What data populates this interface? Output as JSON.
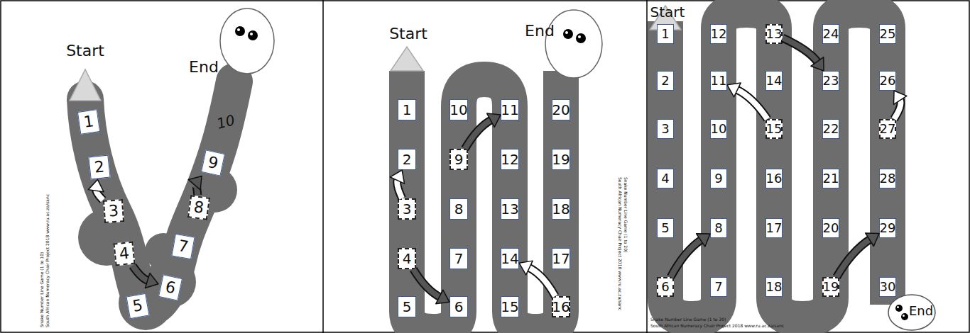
{
  "diagram": {
    "nodes": [
      {
        "text": [
          "1"
        ]
      },
      {
        "text": [
          "2"
        ]
      },
      {
        "text": [
          "3"
        ]
      },
      {
        "text": [
          "4"
        ]
      },
      {
        "text": [
          "5"
        ]
      },
      {
        "text": [
          "6"
        ]
      },
      {
        "text": [
          "7"
        ]
      },
      {
        "text": [
          "8"
        ]
      },
      {
        "text": [
          "9"
        ]
      },
      {
        "text": [
          "1"
        ]
      },
      {
        "text": [
          "2"
        ]
      },
      {
        "text": [
          "3"
        ]
      },
      {
        "text": [
          "4"
        ]
      },
      {
        "text": [
          "5"
        ]
      },
      {
        "text": [
          "6"
        ]
      },
      {
        "text": [
          "7"
        ]
      },
      {
        "text": [
          "8"
        ]
      },
      {
        "text": [
          "9"
        ]
      },
      {
        "text": [
          "10"
        ]
      },
      {
        "text": [
          "11"
        ]
      },
      {
        "text": [
          "12"
        ]
      },
      {
        "text": [
          "13"
        ]
      },
      {
        "text": [
          "14"
        ]
      },
      {
        "text": [
          "15"
        ]
      },
      {
        "text": [
          "16"
        ]
      },
      {
        "text": [
          "17"
        ]
      },
      {
        "text": [
          "18"
        ]
      },
      {
        "text": [
          "19"
        ]
      },
      {
        "text": [
          "20"
        ]
      },
      {
        "text": [
          "1"
        ]
      },
      {
        "text": [
          "2"
        ]
      },
      {
        "text": [
          "3"
        ]
      },
      {
        "text": [
          "4"
        ]
      },
      {
        "text": [
          "5"
        ]
      },
      {
        "text": [
          "6"
        ]
      },
      {
        "text": [
          "7"
        ]
      },
      {
        "text": [
          "8"
        ]
      },
      {
        "text": [
          "9"
        ]
      },
      {
        "text": [
          "10"
        ]
      },
      {
        "text": [
          "11"
        ]
      },
      {
        "text": [
          "12"
        ]
      },
      {
        "text": [
          "13"
        ]
      },
      {
        "text": [
          "14"
        ]
      },
      {
        "text": [
          "15"
        ]
      },
      {
        "text": [
          "16"
        ]
      },
      {
        "text": [
          "17"
        ]
      },
      {
        "text": [
          "18"
        ]
      },
      {
        "text": [
          "19"
        ]
      },
      {
        "text": [
          "20"
        ]
      },
      {
        "text": [
          "21"
        ]
      },
      {
        "text": [
          "22"
        ]
      },
      {
        "text": [
          "23"
        ]
      },
      {
        "text": [
          "24"
        ]
      },
      {
        "text": [
          "25"
        ]
      },
      {
        "text": [
          "26"
        ]
      },
      {
        "text": [
          "27"
        ]
      },
      {
        "text": [
          "28"
        ]
      },
      {
        "text": [
          "29"
        ]
      },
      {
        "text": [
          "30"
        ]
      },
      {
        "text": [
          "End"
        ]
      }
    ],
    "edges": [
      {
        "from": 2,
        "to": 1,
        "arrow": "to"
      },
      {
        "from": 3,
        "to": 5,
        "arrow": "to"
      },
      {
        "from": 7,
        "to": 8,
        "arrow": "to"
      },
      {
        "from": 11,
        "to": 10,
        "arrow": "to"
      },
      {
        "from": 12,
        "to": 14,
        "arrow": "to"
      },
      {
        "from": 17,
        "to": 19,
        "arrow": "to"
      },
      {
        "from": 24,
        "to": 22,
        "arrow": "to"
      },
      {
        "from": 34,
        "to": 36,
        "arrow": "to"
      },
      {
        "from": 41,
        "to": 51,
        "arrow": "to"
      },
      {
        "from": 43,
        "to": 39,
        "arrow": "to"
      },
      {
        "from": 55,
        "to": 54,
        "arrow": "to"
      },
      {
        "from": 47,
        "to": 57,
        "arrow": "to"
      }
    ],
    "labels": [
      "Start",
      "End",
      "10",
      "Snake Number Line Game (1 to 10)",
      "South African Numeracy Chair Project 2018 www.ru.ac.za/sanc",
      "Start",
      "End",
      "Snake Number Line Game (1 to 20)",
      "South African Numeracy Chair Project 2018 www.ru.ac.za/sanc",
      "Start",
      "Snake Number Line Game (1 to 30)",
      "South African Numeracy Chair Project 2018 www.ru.ac.za/sanc"
    ]
  }
}
